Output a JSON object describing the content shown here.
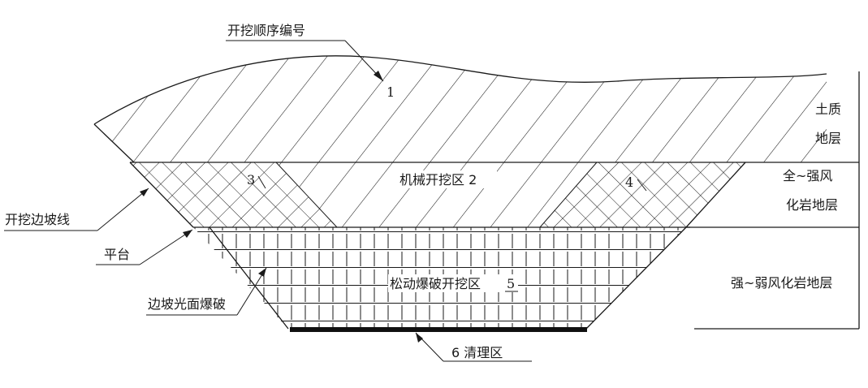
{
  "labels": {
    "excavation_order": "开挖顺序编号",
    "slope_line": "开挖边坡线",
    "platform": "平台",
    "smooth_blasting": "边坡光面爆破",
    "mechanical_zone": "机械开挖区 2",
    "blasting_zone": "松动爆破开挖区",
    "blasting_zone_num": "5",
    "cleanup_zone": "6 清理区",
    "num_1": "1",
    "num_3": "3",
    "num_4": "4"
  },
  "layers": {
    "soil_line1": "土质",
    "soil_line2": "地层",
    "weathered_line1": "全~强风",
    "weathered_line2": "化岩地层",
    "rock": "强~弱风化岩地层"
  }
}
